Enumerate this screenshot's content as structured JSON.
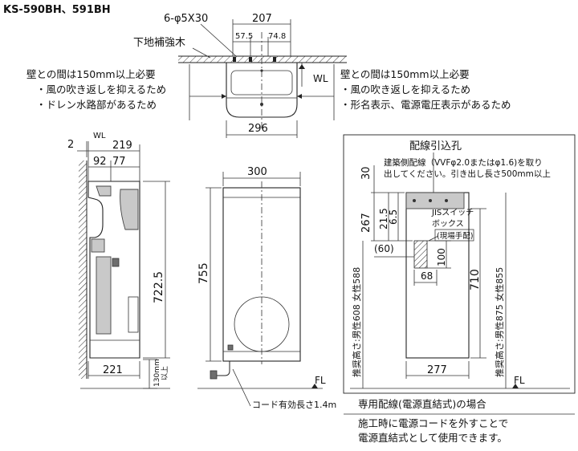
{
  "title": "KS-590BH、591BH",
  "top_view": {
    "dim_hole": "6-φ5X30",
    "dim_width_top": "207",
    "dim_a": "57.5",
    "dim_b": "74.8",
    "label_reinforce": "下地補強木",
    "wl": "WL",
    "dim_width_bottom": "296"
  },
  "note_left": {
    "line1": "壁との間は150mm以上必要",
    "line2": "・風の吹き返しを抑えるため",
    "line3": "・ドレン水路部があるため"
  },
  "note_right": {
    "line1": "壁との間は150mm以上必要",
    "line2": "・風の吹き返しを抑えるため",
    "line3": "・形名表示、電源電圧表示があるため"
  },
  "side_view": {
    "dim_2": "2",
    "wl": "WL",
    "dim_219": "219",
    "dim_92": "92",
    "dim_77": "77",
    "dim_7225": "722.5",
    "dim_221": "221",
    "dim_130_line1": "130mm",
    "dim_130_line2": "以上"
  },
  "front_view": {
    "dim_300": "300",
    "dim_755": "755",
    "fl": "FL",
    "cord": "コード有効長さ1.4m"
  },
  "wiring_view": {
    "title": "配線引込孔",
    "note1": "建築側配線（VVFφ2.0またはφ1.6)を取り",
    "note2": "出してください。引き出し長さ500mm以上",
    "switch_box_1": "JISスイッチ",
    "switch_box_2": "ボックス",
    "site_label": "(現場手配)",
    "dim_30": "30",
    "dim_267": "267",
    "dim_215": "21.5",
    "dim_65": "6.5",
    "dim_60": "(60)",
    "dim_100": "100",
    "dim_68": "68",
    "dim_710": "710",
    "dim_277": "277",
    "rec_left": "推奨高さ:男性608 女性588",
    "rec_right": "推奨高さ:男性875 女性855",
    "fl": "FL",
    "footer_title": "専用配線(電源直結式)の場合",
    "footer_line1": "施工時に電源コードを外すことで",
    "footer_line2": "電源直結式として使用できます。"
  }
}
